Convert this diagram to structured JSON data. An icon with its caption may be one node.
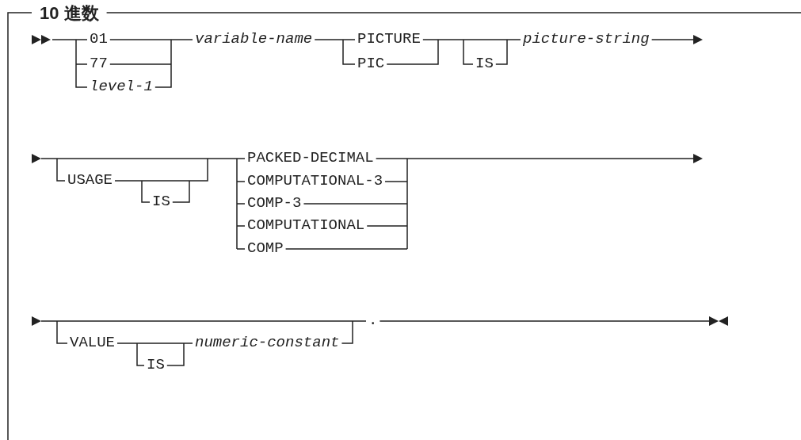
{
  "diagram": {
    "title": "10 進数",
    "labels": [
      "01",
      "77",
      "level-1",
      "variable-name",
      "PICTURE",
      "PIC",
      "IS",
      "picture-string",
      "USAGE",
      "IS",
      "PACKED-DECIMAL",
      "COMPUTATIONAL-3",
      "COMP-3",
      "COMPUTATIONAL",
      "COMP",
      "VALUE",
      "IS",
      "numeric-constant",
      "."
    ]
  }
}
